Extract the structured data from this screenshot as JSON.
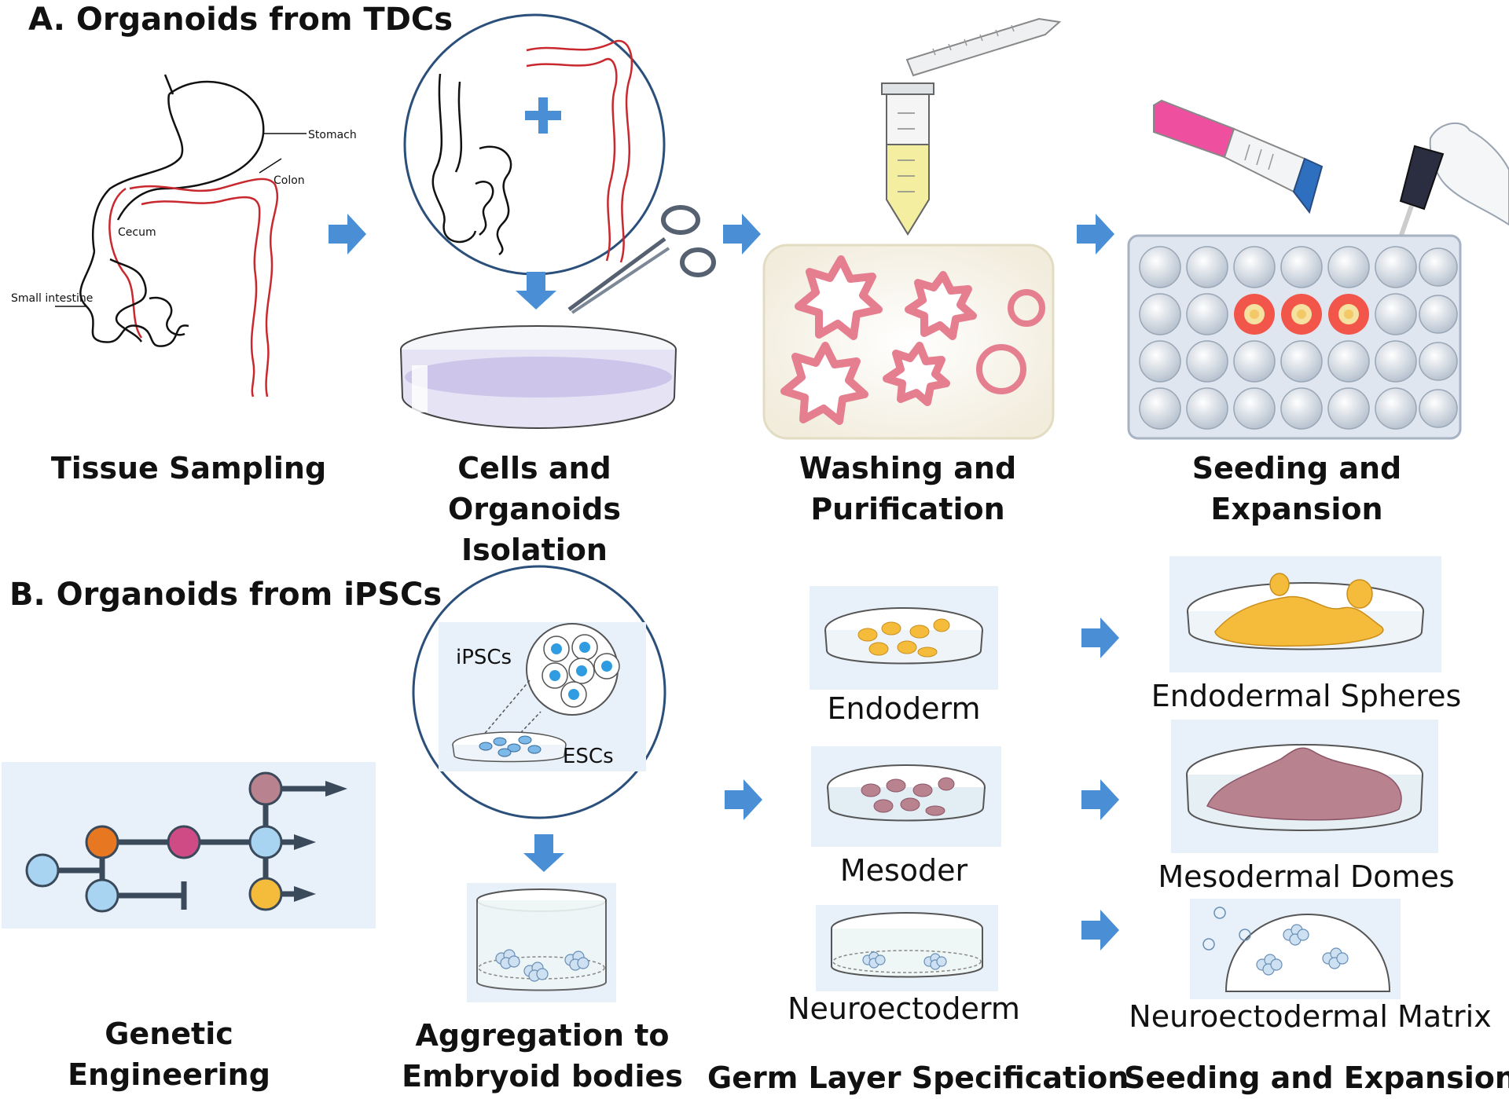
{
  "section_a": {
    "title": "A. Organoids from TDCs",
    "anatomy_labels": {
      "stomach": "Stomach",
      "colon": "Colon",
      "cecum": "Cecum",
      "small_intestine": "Small intestine"
    },
    "steps": [
      {
        "line1": "Tissue Sampling",
        "line2": ""
      },
      {
        "line1": "Cells and Organoids",
        "line2": "Isolation"
      },
      {
        "line1": "Washing and",
        "line2": "Purification"
      },
      {
        "line1": "Seeding and",
        "line2": "Expansion"
      }
    ]
  },
  "section_b": {
    "title": "B. Organoids from iPSCs",
    "cell_labels": {
      "ipscs": "iPSCs",
      "escs": "ESCs"
    },
    "steps": [
      {
        "line1": "Genetic",
        "line2": "Engineering"
      },
      {
        "line1": "Aggregation to",
        "line2": "Embryoid bodies"
      },
      {
        "line1": "Germ Layer Specification",
        "line2": ""
      },
      {
        "line1": "Seeding and Expansion",
        "line2": ""
      }
    ],
    "germ_layers": [
      "Endoderm",
      "Mesoder",
      "Neuroectoderm"
    ],
    "organoid_types": [
      "Endodermal Spheres",
      "Mesodermal Domes",
      "Neuroectodermal Matrix"
    ]
  },
  "colors": {
    "arrow": "#4a8fd6",
    "colon_red": "#c8282e",
    "organoid_pink": "#e57f8f",
    "tube_liquid": "#f3eea0",
    "plate_well_highlight": "#f2564a",
    "endoderm_yellow": "#f5bc3c",
    "mesoderm_mauve": "#b9828f",
    "panel_bg": "#e8f1fa"
  }
}
